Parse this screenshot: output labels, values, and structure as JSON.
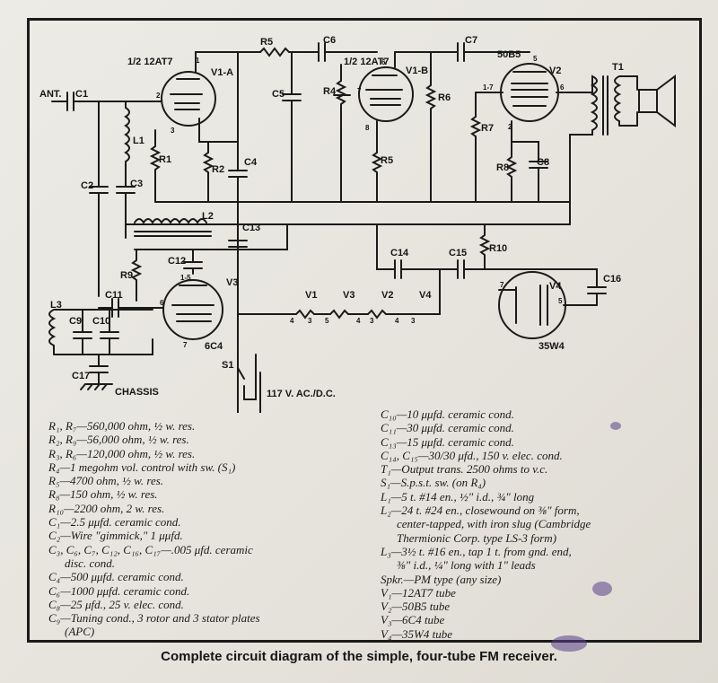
{
  "schematic": {
    "ant": "ANT.",
    "c1": "C1",
    "v1_type": "1/2 12AT7",
    "v1a": "V1-A",
    "r5": "R5",
    "c6": "C6",
    "v1b_type": "1/2 12AT7",
    "v1b": "V1-B",
    "c7": "C7",
    "v2_type": "50B5",
    "v2": "V2",
    "t1": "T1",
    "l1": "L1",
    "r1": "R1",
    "r2": "R2",
    "c4": "C4",
    "c5": "C5",
    "r4": "R4",
    "r6": "R6",
    "r7": "R7",
    "r8": "R8",
    "c8": "C8",
    "c2": "C2",
    "c3": "C3",
    "l2": "L2",
    "c13": "C13",
    "c12": "C12",
    "r9": "R9",
    "v3": "V3",
    "v3_type": "6C4",
    "c11": "C11",
    "l3": "L3",
    "c9": "C9",
    "c10": "C10",
    "c17": "C17",
    "chassis": "CHASSIS",
    "hv1": "V1",
    "hv3": "V3",
    "hv2": "V2",
    "hv4": "V4",
    "c14": "C14",
    "c15": "C15",
    "r10": "R10",
    "v4": "V4",
    "c16": "C16",
    "v4_type": "35W4",
    "s1": "S1",
    "mains": "117 V. AC./D.C.",
    "pins": {
      "p1": "1",
      "p2": "2",
      "p3": "3",
      "p4": "4",
      "p5": "5",
      "p6": "6",
      "p7": "7",
      "p8": "8",
      "p15": "1-5",
      "p17": "1-7"
    }
  },
  "parts_left": [
    "R₁, R₇—560,000 ohm, ½ w. res.",
    "R₂, R₉—56,000 ohm, ½ w. res.",
    "R₃, R₆—120,000 ohm, ½ w. res.",
    "R₄—1 megohm vol. control with sw. (S₁)",
    "R₅—4700 ohm, ½ w. res.",
    "R₈—150 ohm, ½ w. res.",
    "R₁₀—2200 ohm, 2 w. res.",
    "C₁—2.5 μμfd. ceramic cond.",
    "C₂—Wire \"gimmick,\" 1 μμfd.",
    "C₃, C₆, C₇, C₁₂, C₁₆, C₁₇—.005 μfd. ceramic",
    "disc. cond.",
    "C₄—500 μμfd. ceramic cond.",
    "C₆—1000 μμfd. ceramic cond.",
    "C₈—25 μfd., 25 v. elec. cond.",
    "C₉—Tuning cond., 3 rotor and 3 stator plates",
    "(APC)"
  ],
  "parts_right": [
    "C₁₀—10 μμfd. ceramic cond.",
    "C₁₁—30 μμfd. ceramic cond.",
    "C₁₃—15 μμfd. ceramic cond.",
    "C₁₄, C₁₅—30/30 μfd., 150 v. elec. cond.",
    "T₁—Output trans. 2500 ohms to v.c.",
    "S₁—S.p.s.t. sw. (on R₄)",
    "L₁—5 t. #14 en., ½\" i.d., ¾\" long",
    "L₂—24 t. #24 en., closewound on ⅜\" form,",
    "center-tapped, with iron slug (Cambridge",
    "Thermionic Corp. type LS-3 form)",
    "L₃—3½ t. #16 en., tap 1 t. from gnd. end,",
    "⅜\" i.d., ¼\" long with 1\" leads",
    "Spkr.—PM type (any size)",
    "V₁—12AT7 tube",
    "V₂—50B5 tube",
    "V₃—6C4 tube",
    "V₄—35W4 tube"
  ],
  "caption": "Complete circuit diagram of the simple, four-tube FM receiver."
}
